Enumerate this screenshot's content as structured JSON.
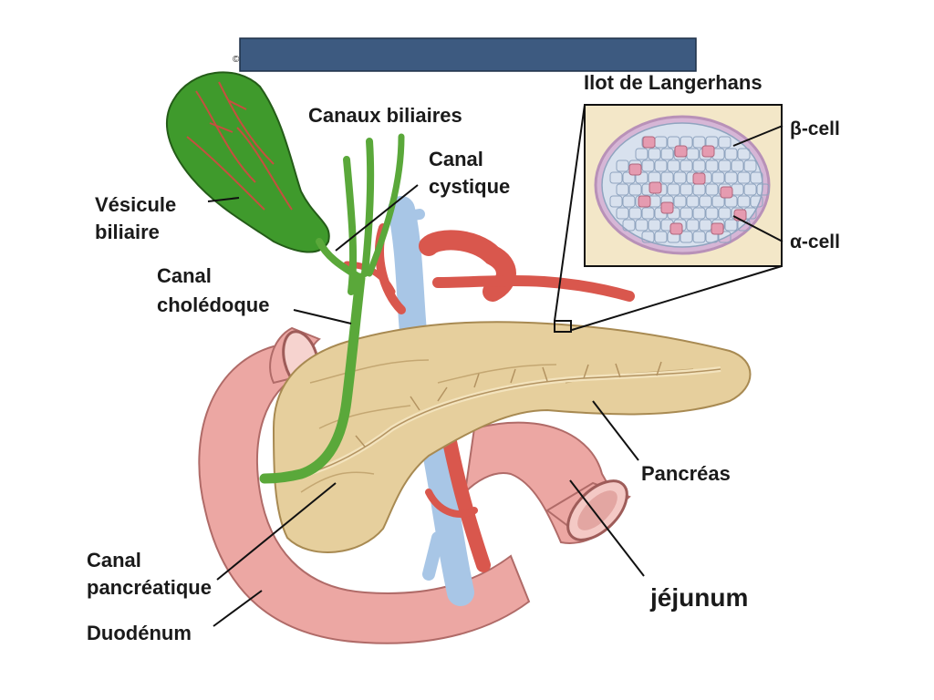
{
  "header_bar": {
    "color": "#3d5a80",
    "text": ""
  },
  "copyright_mark": "©",
  "colors": {
    "gallbladder": "#3f9a2c",
    "bile_duct": "#5aa83a",
    "pancreas": "#e6cf9d",
    "duodenum": "#eca7a3",
    "artery": "#d9574d",
    "vein": "#a8c6e6",
    "islet_bg": "#f3e7c8",
    "beta_cell": "#d8e1ee",
    "alpha_cell": "#e59bb0"
  },
  "labels": {
    "islet_title": "Ilot de Langerhans",
    "beta_cell": "β-cell",
    "alpha_cell": "α-cell",
    "bile_ducts": "Canaux biliaires",
    "cystic_duct_line1": "Canal",
    "cystic_duct_line2": "cystique",
    "gallbladder_line1": "Vésicule",
    "gallbladder_line2": "biliaire",
    "common_bile_duct_line1": "Canal",
    "common_bile_duct_line2": "cholédoque",
    "pancreas": "Pancréas",
    "jejunum": "jéjunum",
    "pancreatic_duct_line1": "Canal",
    "pancreatic_duct_line2": "pancréatique",
    "duodenum": "Duodénum"
  }
}
